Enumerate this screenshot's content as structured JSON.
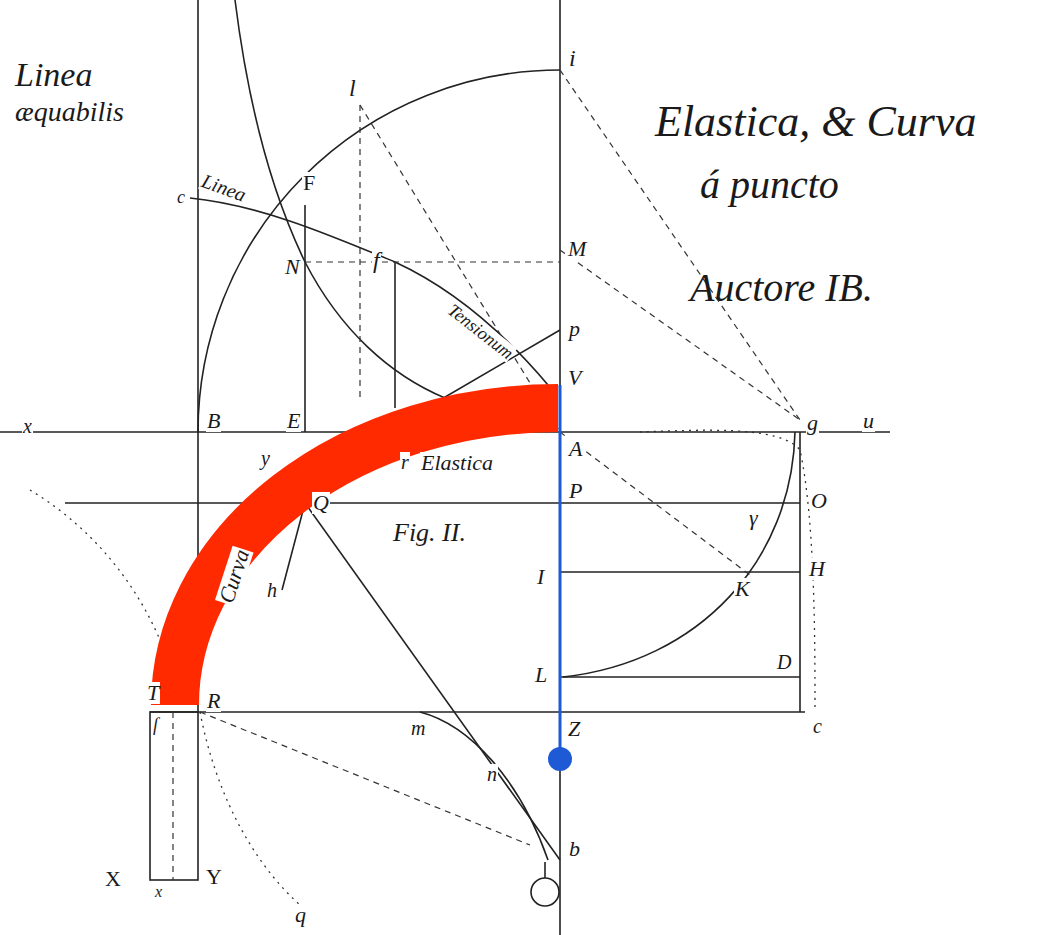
{
  "diagram": {
    "labels": [
      "Elastica, & Curva",
      "á puncto",
      "Auctore IB.",
      "Linea",
      "æquabilis",
      "Linea",
      "Tensionum",
      "Elastica",
      "Curva",
      "Fig. II.",
      "i",
      "l",
      "c",
      "F",
      "N",
      "f",
      "M",
      "p",
      "V",
      "B",
      "E",
      "A",
      "u",
      "g",
      "x",
      "y",
      "r",
      "P",
      "O",
      "Q",
      "γ",
      "I",
      "K",
      "H",
      "h",
      "L",
      "D",
      "T",
      "ſ",
      "R",
      "m",
      "Z",
      "c",
      "n",
      "b",
      "X",
      "x",
      "Y",
      "q"
    ]
  }
}
